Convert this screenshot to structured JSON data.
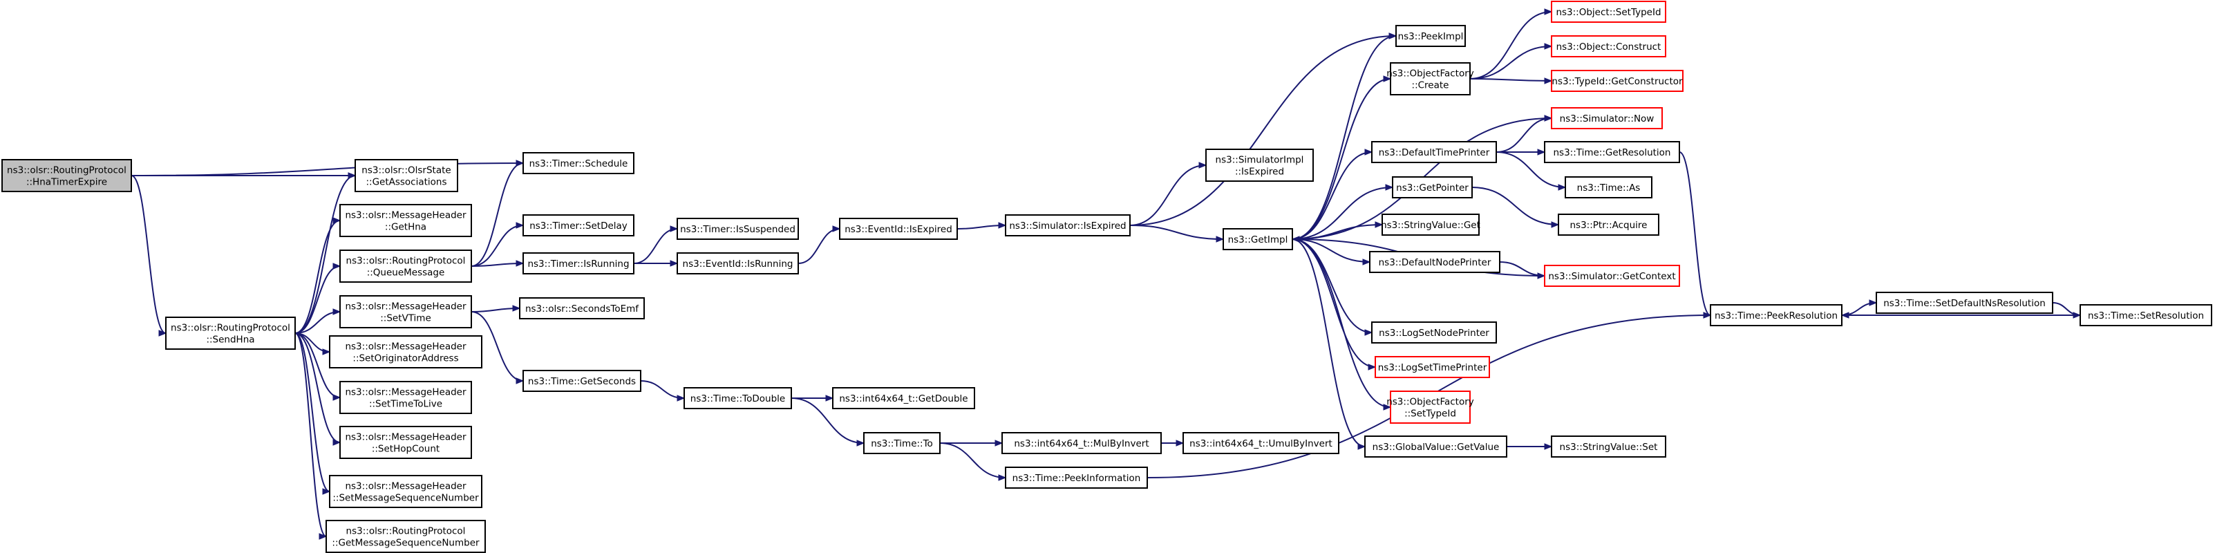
{
  "diagram": {
    "type": "call-graph",
    "colors": {
      "edge": "#191970",
      "root_fill": "#bfbfbf",
      "node_border": "#000000",
      "truncated_border": "#ff0000"
    },
    "nodes": [
      {
        "id": "hna",
        "lines": [
          "ns3::olsr::RoutingProtocol",
          "::HnaTimerExpire"
        ],
        "root": true
      },
      {
        "id": "sendhna",
        "lines": [
          "ns3::olsr::RoutingProtocol",
          "::SendHna"
        ]
      },
      {
        "id": "getassoc",
        "lines": [
          "ns3::olsr::OlsrState",
          "::GetAssociations"
        ]
      },
      {
        "id": "schedule",
        "lines": [
          "ns3::Timer::Schedule"
        ]
      },
      {
        "id": "gethna",
        "lines": [
          "ns3::olsr::MessageHeader",
          "::GetHna"
        ]
      },
      {
        "id": "queuemsg",
        "lines": [
          "ns3::olsr::RoutingProtocol",
          "::QueueMessage"
        ]
      },
      {
        "id": "setdelay",
        "lines": [
          "ns3::Timer::SetDelay"
        ]
      },
      {
        "id": "timerisrunning",
        "lines": [
          "ns3::Timer::IsRunning"
        ]
      },
      {
        "id": "setvtime",
        "lines": [
          "ns3::olsr::MessageHeader",
          "::SetVTime"
        ]
      },
      {
        "id": "secondstoemf",
        "lines": [
          "ns3::olsr::SecondsToEmf"
        ]
      },
      {
        "id": "setorig",
        "lines": [
          "ns3::olsr::MessageHeader",
          "::SetOriginatorAddress"
        ]
      },
      {
        "id": "setttl",
        "lines": [
          "ns3::olsr::MessageHeader",
          "::SetTimeToLive"
        ]
      },
      {
        "id": "sethop",
        "lines": [
          "ns3::olsr::MessageHeader",
          "::SetHopCount"
        ]
      },
      {
        "id": "setseq",
        "lines": [
          "ns3::olsr::MessageHeader",
          "::SetMessageSequenceNumber"
        ]
      },
      {
        "id": "getseq",
        "lines": [
          "ns3::olsr::RoutingProtocol",
          "::GetMessageSequenceNumber"
        ]
      },
      {
        "id": "issuspended",
        "lines": [
          "ns3::Timer::IsSuspended"
        ]
      },
      {
        "id": "eventisrunning",
        "lines": [
          "ns3::EventId::IsRunning"
        ]
      },
      {
        "id": "eventisexpired",
        "lines": [
          "ns3::EventId::IsExpired"
        ]
      },
      {
        "id": "simisexpired",
        "lines": [
          "ns3::Simulator::IsExpired"
        ]
      },
      {
        "id": "simimplisexpired",
        "lines": [
          "ns3::SimulatorImpl",
          "::IsExpired"
        ]
      },
      {
        "id": "getimpl",
        "lines": [
          "ns3::GetImpl"
        ]
      },
      {
        "id": "getseconds",
        "lines": [
          "ns3::Time::GetSeconds"
        ]
      },
      {
        "id": "todouble",
        "lines": [
          "ns3::Time::ToDouble"
        ]
      },
      {
        "id": "getdouble",
        "lines": [
          "ns3::int64x64_t::GetDouble"
        ]
      },
      {
        "id": "timeto",
        "lines": [
          "ns3::Time::To"
        ]
      },
      {
        "id": "mulbyinvert",
        "lines": [
          "ns3::int64x64_t::MulByInvert"
        ]
      },
      {
        "id": "umulbyinvert",
        "lines": [
          "ns3::int64x64_t::UmulByInvert"
        ]
      },
      {
        "id": "peekinfo",
        "lines": [
          "ns3::Time::PeekInformation"
        ]
      },
      {
        "id": "peekimpl",
        "lines": [
          "ns3::PeekImpl"
        ]
      },
      {
        "id": "ofcreate",
        "lines": [
          "ns3::ObjectFactory",
          "::Create"
        ]
      },
      {
        "id": "objsettypeid",
        "lines": [
          "ns3::Object::SetTypeId"
        ],
        "truncated": true
      },
      {
        "id": "objconstruct",
        "lines": [
          "ns3::Object::Construct"
        ],
        "truncated": true
      },
      {
        "id": "typeidgetctor",
        "lines": [
          "ns3::TypeId::GetConstructor"
        ],
        "truncated": true
      },
      {
        "id": "simnow",
        "lines": [
          "ns3::Simulator::Now"
        ],
        "truncated": true
      },
      {
        "id": "deftimeprinter",
        "lines": [
          "ns3::DefaultTimePrinter"
        ]
      },
      {
        "id": "getresolution",
        "lines": [
          "ns3::Time::GetResolution"
        ]
      },
      {
        "id": "timeas",
        "lines": [
          "ns3::Time::As"
        ]
      },
      {
        "id": "getpointer",
        "lines": [
          "ns3::GetPointer"
        ]
      },
      {
        "id": "ptracquire",
        "lines": [
          "ns3::Ptr::Acquire"
        ]
      },
      {
        "id": "stringvalueget",
        "lines": [
          "ns3::StringValue::Get"
        ]
      },
      {
        "id": "defnodeprinter",
        "lines": [
          "ns3::DefaultNodePrinter"
        ]
      },
      {
        "id": "simgetcontext",
        "lines": [
          "ns3::Simulator::GetContext"
        ],
        "truncated": true
      },
      {
        "id": "logsetnode",
        "lines": [
          "ns3::LogSetNodePrinter"
        ]
      },
      {
        "id": "logsettime",
        "lines": [
          "ns3::LogSetTimePrinter"
        ],
        "truncated": true
      },
      {
        "id": "ofsettypeid",
        "lines": [
          "ns3::ObjectFactory",
          "::SetTypeId"
        ],
        "truncated": true
      },
      {
        "id": "globalgetvalue",
        "lines": [
          "ns3::GlobalValue::GetValue"
        ]
      },
      {
        "id": "stringvalueset",
        "lines": [
          "ns3::StringValue::Set"
        ]
      },
      {
        "id": "peekresolution",
        "lines": [
          "ns3::Time::PeekResolution"
        ]
      },
      {
        "id": "setdefaultns",
        "lines": [
          "ns3::Time::SetDefaultNsResolution"
        ]
      },
      {
        "id": "setresolution",
        "lines": [
          "ns3::Time::SetResolution"
        ]
      }
    ],
    "edges": [
      [
        "hna",
        "sendhna"
      ],
      [
        "hna",
        "getassoc"
      ],
      [
        "hna",
        "schedule"
      ],
      [
        "sendhna",
        "getassoc"
      ],
      [
        "sendhna",
        "gethna"
      ],
      [
        "sendhna",
        "queuemsg"
      ],
      [
        "sendhna",
        "setvtime"
      ],
      [
        "sendhna",
        "setorig"
      ],
      [
        "sendhna",
        "setttl"
      ],
      [
        "sendhna",
        "sethop"
      ],
      [
        "sendhna",
        "setseq"
      ],
      [
        "sendhna",
        "getseq"
      ],
      [
        "queuemsg",
        "schedule"
      ],
      [
        "queuemsg",
        "setdelay"
      ],
      [
        "queuemsg",
        "timerisrunning"
      ],
      [
        "setvtime",
        "secondstoemf"
      ],
      [
        "setvtime",
        "getseconds"
      ],
      [
        "timerisrunning",
        "issuspended"
      ],
      [
        "timerisrunning",
        "eventisrunning"
      ],
      [
        "eventisrunning",
        "eventisexpired"
      ],
      [
        "eventisexpired",
        "simisexpired"
      ],
      [
        "simisexpired",
        "simimplisexpired"
      ],
      [
        "simisexpired",
        "getimpl"
      ],
      [
        "simisexpired",
        "peekimpl"
      ],
      [
        "getseconds",
        "todouble"
      ],
      [
        "todouble",
        "getdouble"
      ],
      [
        "todouble",
        "timeto"
      ],
      [
        "timeto",
        "mulbyinvert"
      ],
      [
        "timeto",
        "peekinfo"
      ],
      [
        "mulbyinvert",
        "umulbyinvert"
      ],
      [
        "peekinfo",
        "peekresolution"
      ],
      [
        "getimpl",
        "peekimpl"
      ],
      [
        "getimpl",
        "ofcreate"
      ],
      [
        "getimpl",
        "deftimeprinter"
      ],
      [
        "getimpl",
        "getpointer"
      ],
      [
        "getimpl",
        "stringvalueget"
      ],
      [
        "getimpl",
        "defnodeprinter"
      ],
      [
        "getimpl",
        "logsetnode"
      ],
      [
        "getimpl",
        "logsettime"
      ],
      [
        "getimpl",
        "ofsettypeid"
      ],
      [
        "getimpl",
        "globalgetvalue"
      ],
      [
        "getimpl",
        "simnow"
      ],
      [
        "simgetcontext",
        "getimpl"
      ],
      [
        "ofcreate",
        "objsettypeid"
      ],
      [
        "ofcreate",
        "objconstruct"
      ],
      [
        "ofcreate",
        "typeidgetctor"
      ],
      [
        "deftimeprinter",
        "simnow"
      ],
      [
        "deftimeprinter",
        "getresolution"
      ],
      [
        "deftimeprinter",
        "timeas"
      ],
      [
        "getresolution",
        "peekresolution"
      ],
      [
        "getpointer",
        "ptracquire"
      ],
      [
        "defnodeprinter",
        "simgetcontext"
      ],
      [
        "globalgetvalue",
        "stringvalueset"
      ],
      [
        "peekresolution",
        "setdefaultns"
      ],
      [
        "setdefaultns",
        "setresolution"
      ],
      [
        "setresolution",
        "peekresolution"
      ]
    ]
  }
}
